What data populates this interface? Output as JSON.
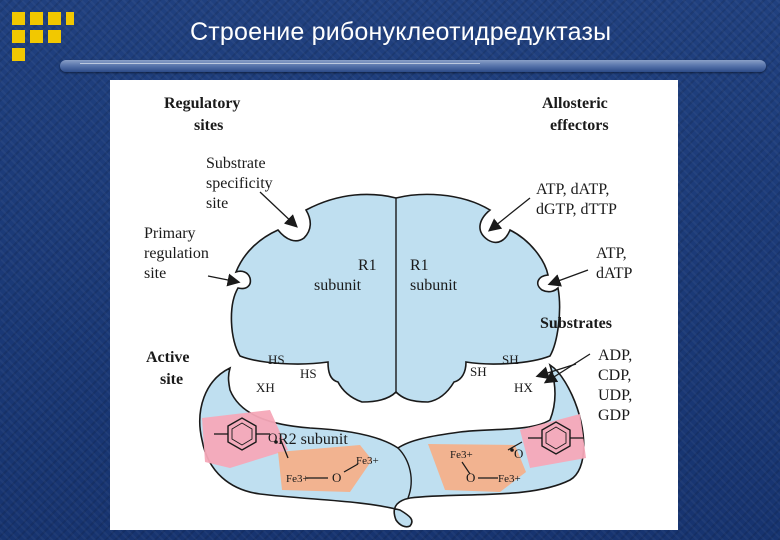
{
  "slide": {
    "title": "Строение рибонуклеотидредуктазы"
  },
  "colors": {
    "background": "#1c3a78",
    "accent_logo": "#f2c800",
    "protein_fill": "#bfdff0",
    "heme_region": "#f4b08a",
    "ring_region": "#f5a8b8"
  },
  "diagram": {
    "regulatory_sites_line1": "Regulatory",
    "regulatory_sites_line2": "sites",
    "allosteric_effectors_line1": "Allosteric",
    "allosteric_effectors_line2": "effectors",
    "substrate_specificity_line1": "Substrate",
    "substrate_specificity_line2": "specificity",
    "substrate_specificity_line3": "site",
    "primary_regulation_line1": "Primary",
    "primary_regulation_line2": "regulation",
    "primary_regulation_line3": "site",
    "effector_specificity_line1": "ATP,  dATP,",
    "effector_specificity_line2": "dGTP,  dTTP",
    "effector_activity_line1": "ATP,",
    "effector_activity_line2": "dATP",
    "substrates_heading": "Substrates",
    "substrates_list": [
      "ADP,",
      "CDP,",
      "UDP,",
      "GDP"
    ],
    "active_site_line1": "Active",
    "active_site_line2": "site",
    "r1_left_line1": "R1",
    "r1_left_line2": "subunit",
    "r1_right_line1": "R1",
    "r1_right_line2": "subunit",
    "r2_label": "R2 subunit",
    "group_hs1": "HS",
    "group_hs2": "HS",
    "group_xh": "XH",
    "group_sh1": "SH",
    "group_sh2": "SH",
    "group_hx": "HX",
    "iron_left_a": "Fe3+",
    "iron_left_b": "Fe3+",
    "iron_right_a": "Fe3+",
    "iron_right_b": "Fe3+",
    "oxygen_left_bridge": "O",
    "oxygen_right_bridge": "O",
    "oxygen_left_tyr": "O",
    "oxygen_right_tyr": "O"
  }
}
